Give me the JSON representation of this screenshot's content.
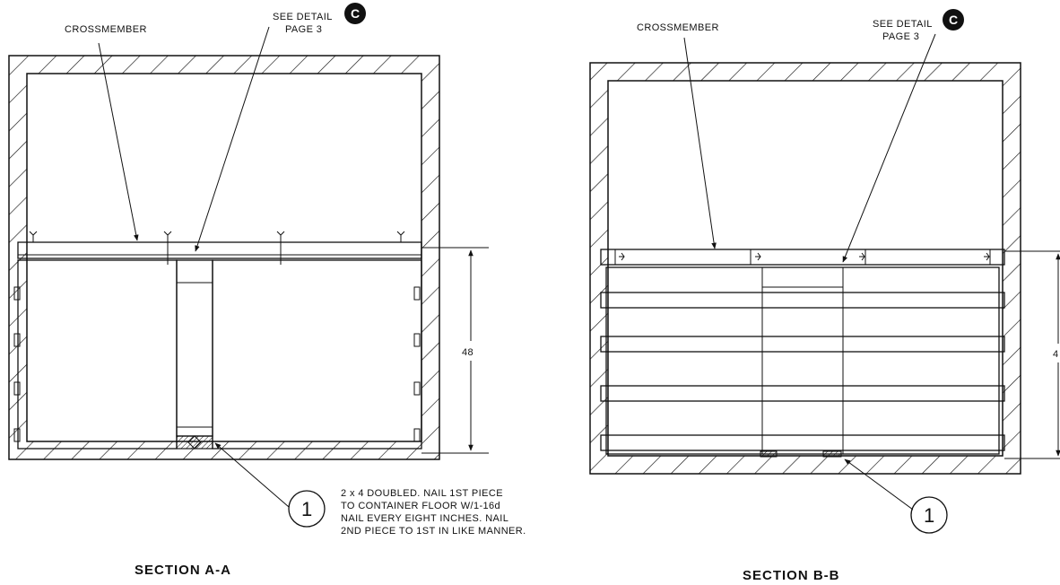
{
  "section_a": {
    "crossmember_label": "CROSSMEMBER",
    "see_detail_line1": "SEE DETAIL",
    "see_detail_line2": "PAGE 3",
    "detail_letter": "C",
    "dimension": "48",
    "callout_number": "1",
    "note_lines": [
      "2 x 4 DOUBLED.  NAIL 1ST PIECE",
      "TO CONTAINER FLOOR W/1-16d",
      "NAIL EVERY EIGHT INCHES.  NAIL",
      "2ND PIECE TO 1ST IN LIKE MANNER."
    ],
    "title": "SECTION A-A"
  },
  "section_b": {
    "crossmember_label": "CROSSMEMBER",
    "see_detail_line1": "SEE DETAIL",
    "see_detail_line2": "PAGE 3",
    "detail_letter": "C",
    "dimension": "4",
    "callout_number": "1",
    "title": "SECTION B-B"
  },
  "colors": {
    "ink": "#111111",
    "paper": "#ffffff"
  }
}
